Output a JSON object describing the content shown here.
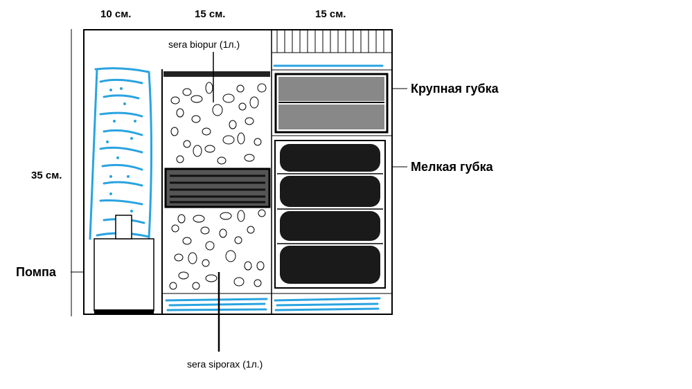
{
  "dimensions": {
    "width_section1": "10 см.",
    "width_section2": "15 см.",
    "width_section3": "15 см.",
    "height": "35 см."
  },
  "labels": {
    "pump": "Помпа",
    "coarse_sponge": "Крупная губка",
    "fine_sponge": "Мелкая губка",
    "biopur": "sera biopur (1л.)",
    "siporax": "sera siporax  (1л.)"
  },
  "colors": {
    "water": "#29a3e0",
    "outline": "#000000",
    "sponge": "#111111",
    "background": "#ffffff"
  }
}
